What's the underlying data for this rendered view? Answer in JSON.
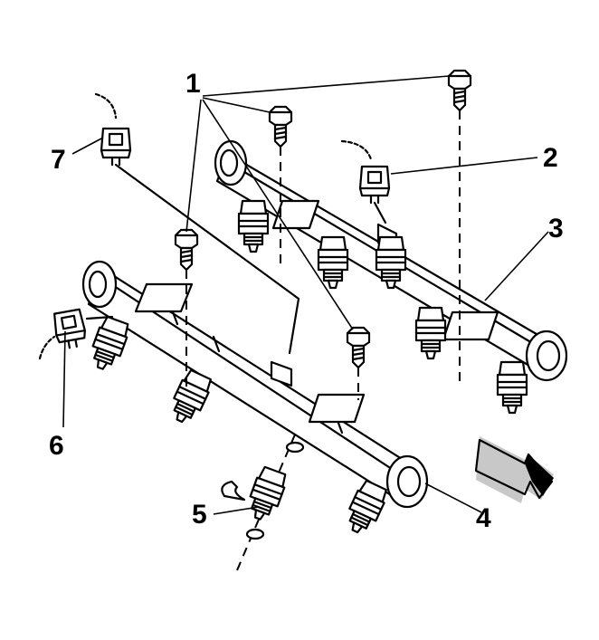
{
  "callouts": {
    "c1": "1",
    "c2": "2",
    "c3": "3",
    "c4": "4",
    "c5": "5",
    "c6": "6",
    "c7": "7"
  },
  "colors": {
    "line": "#000000",
    "background": "#ffffff",
    "shade": "#c8c8c8"
  },
  "icons": {
    "direction_arrow": "front-direction-arrow-icon"
  }
}
